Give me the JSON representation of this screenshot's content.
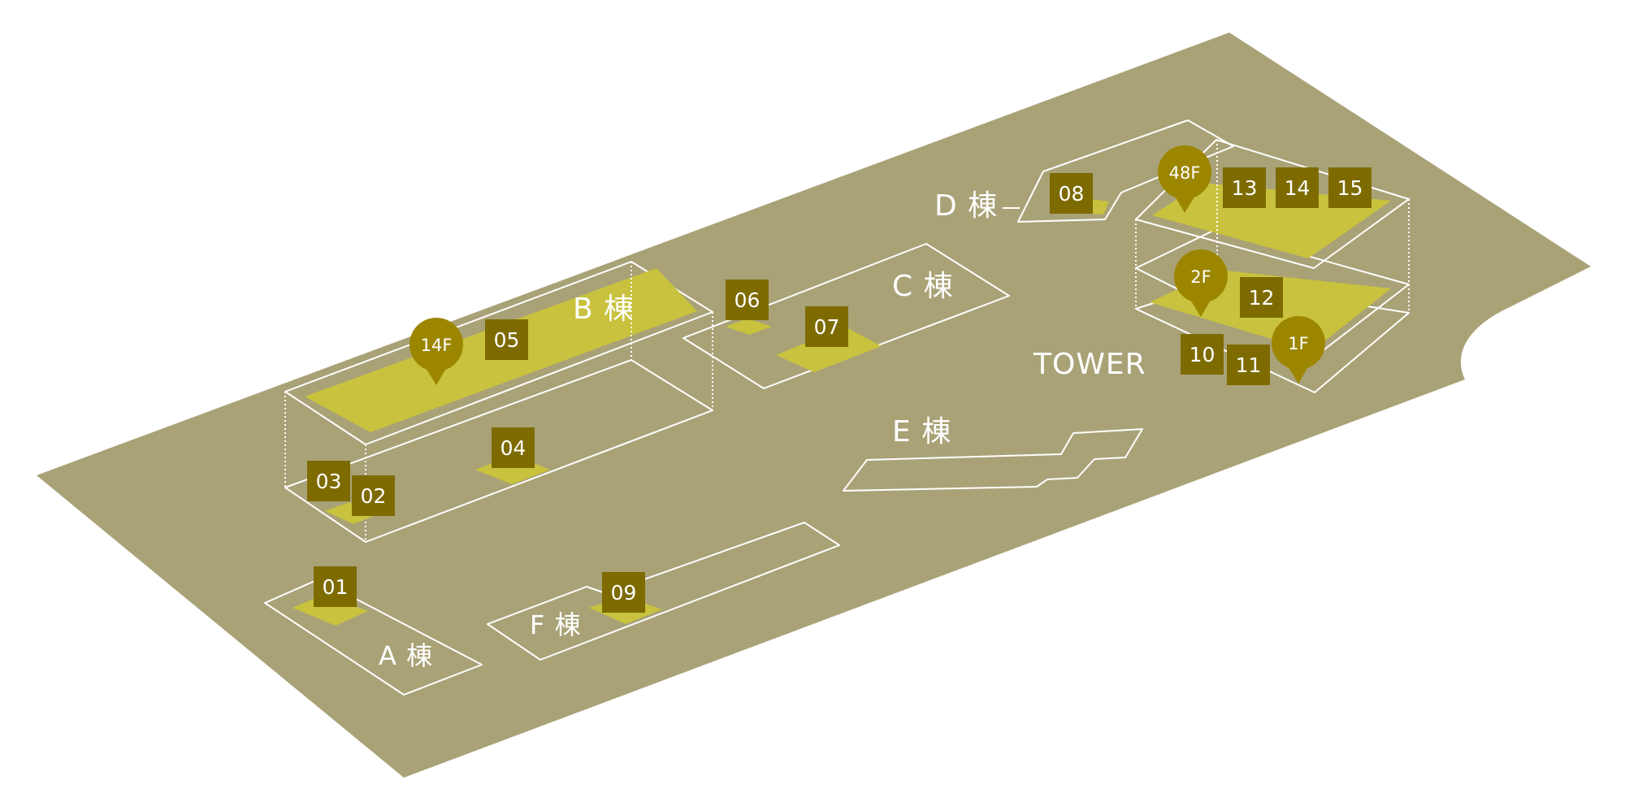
{
  "colors": {
    "ground": "#a9a277",
    "highlight": "#c8c23e",
    "badge": "#7d6b00",
    "pin": "#9c8600",
    "line": "#ffffff"
  },
  "buildings": {
    "a": "A 棟",
    "b": "B 棟",
    "c": "C 棟",
    "d": "D 棟",
    "e": "E 棟",
    "f": "F 棟",
    "tower": "TOWER"
  },
  "spots": {
    "s01": "01",
    "s02": "02",
    "s03": "03",
    "s04": "04",
    "s05": "05",
    "s06": "06",
    "s07": "07",
    "s08": "08",
    "s09": "09",
    "s10": "10",
    "s11": "11",
    "s12": "12",
    "s13": "13",
    "s14": "14",
    "s15": "15"
  },
  "floors": {
    "b14": "14F",
    "t48": "48F",
    "t2": "2F",
    "t1": "1F"
  }
}
